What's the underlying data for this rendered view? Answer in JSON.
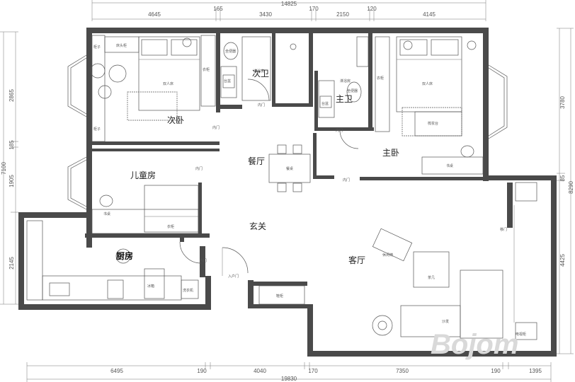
{
  "dimensions": {
    "top_total": "14825",
    "top": [
      "4645",
      "165",
      "3430",
      "170",
      "2150",
      "120",
      "4145"
    ],
    "bottom_total": "19830",
    "bottom": [
      "6495",
      "190",
      "4040",
      "170",
      "7350",
      "190",
      "1395"
    ],
    "left_total": "7100",
    "left": [
      "2865",
      "185",
      "1905",
      "2145"
    ],
    "right_total": "8290",
    "right": [
      "3780",
      "85",
      "4425"
    ]
  },
  "rooms": {
    "secondary_bedroom": "次卧",
    "secondary_bath": "次卫",
    "master_bath": "主卫",
    "master_bedroom": "主卧",
    "dining": "餐厅",
    "kids_room": "儿童房",
    "foyer": "玄关",
    "kitchen": "厨房",
    "living": "客厅"
  },
  "labels": {
    "entry_door": "入户门",
    "inner_door": "内门",
    "sliding_door": "移门",
    "wardrobe": "衣柜",
    "bed": "双人床",
    "nightstand": "床头柜",
    "toilet": "坐便器",
    "shower": "淋浴房",
    "basin": "台盆",
    "desk": "书桌",
    "dining_table": "餐桌",
    "tv_cabinet": "电视柜",
    "sofa": "沙发",
    "coffee_table": "茶几",
    "armchair": "休闲椅",
    "shoe_cabinet": "鞋柜",
    "fridge": "冰箱",
    "washer": "洗衣机",
    "cabinet": "柜子",
    "dressing_table": "梳妆台"
  },
  "watermark": "Bojom"
}
